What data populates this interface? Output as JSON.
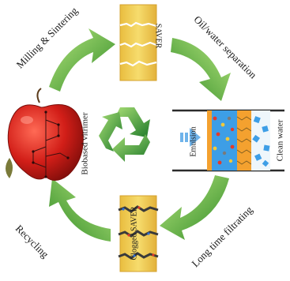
{
  "labels": {
    "milling": "Milling & Sintering",
    "saver": "SAVER",
    "oil_water": "Oil/water separation",
    "biobased": "Biobased vitrimer",
    "emulsion": "Emulsion",
    "clean_water": "Clean water",
    "long_time": "Long time filtrating",
    "clogged": "Clogged SAVER",
    "recycling": "Recycling"
  },
  "colors": {
    "arrow_green": "#3f9a2f",
    "arrow_light": "#9fd86a",
    "membrane_yellow": "#f0cf57",
    "membrane_edge": "#d9a92f",
    "apple_red": "#cc1f1b",
    "water_blue": "#3d9ee6",
    "orange_panel": "#f4a12f",
    "dark_line": "#2b2b2b"
  }
}
